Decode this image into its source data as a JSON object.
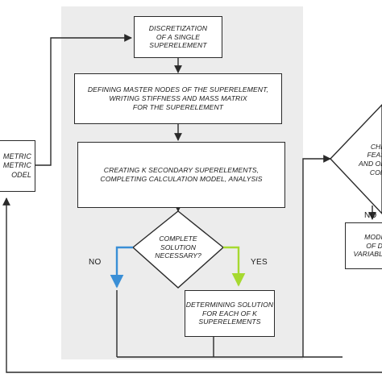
{
  "nodes": {
    "discretization": "DISCRETIZATION\nOF A SINGLE\nSUPERELEMENT",
    "defining_master_nodes": "DEFINING MASTER NODES OF THE SUPERELEMENT,\nWRITING STIFFNESS AND MASS MATRIX\nFOR THE SUPERELEMENT",
    "creating_secondary": "CREATING k SECONDARY SUPERELEMENTS,\nCOMPLETING CALCULATION MODEL, ANALYSIS",
    "complete_solution": "COMPLETE\nSOLUTION\nNECESSARY?",
    "determining_solution": "DETERMINING SOLUTION\nFOR EACH OF k\nSUPERELEMENTS",
    "left_box": "METRIC\nMETRIC\nODEL",
    "right_diamond": "CHE\nFEAS\nAND OB\nCON",
    "right_box": "MODI\nOF D\nVARIABL"
  },
  "labels": {
    "no_left": "NO",
    "yes": "YES",
    "no_right": "NO"
  },
  "colors": {
    "panel": "#ececec",
    "stroke": "#2a2a2a",
    "no_arrow": "#3a8fd6",
    "yes_arrow": "#a6d930"
  }
}
